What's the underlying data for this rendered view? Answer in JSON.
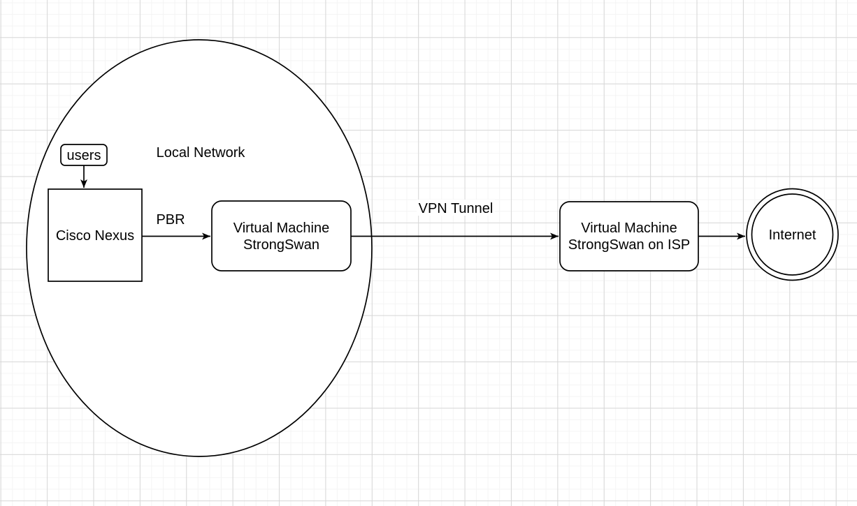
{
  "diagram": {
    "nodes": {
      "local_network": {
        "label": "Local Network",
        "shape": "ellipse"
      },
      "users": {
        "label": "users",
        "shape": "rounded-rectangle"
      },
      "cisco_nexus": {
        "label": "Cisco Nexus",
        "shape": "rectangle"
      },
      "vm_strongswan": {
        "line1": "Virtual Machine",
        "line2": "StrongSwan",
        "shape": "rounded-rectangle"
      },
      "vm_strongswan_isp": {
        "line1": "Virtual Machine",
        "line2": "StrongSwan on ISP",
        "shape": "rounded-rectangle"
      },
      "internet": {
        "label": "Internet",
        "shape": "double-circle"
      }
    },
    "edges": {
      "users_to_cisco": {
        "label": "",
        "from": "users",
        "to": "cisco_nexus"
      },
      "pbr": {
        "label": "PBR",
        "from": "cisco_nexus",
        "to": "vm_strongswan"
      },
      "vpn_tunnel": {
        "label": "VPN Tunnel",
        "from": "vm_strongswan",
        "to": "vm_strongswan_isp"
      },
      "isp_to_internet": {
        "label": "",
        "from": "vm_strongswan_isp",
        "to": "internet"
      }
    },
    "colors": {
      "stroke": "#000000",
      "text": "#000000",
      "background": "#ffffff",
      "grid_minor": "#f4f4f4",
      "grid_major": "#d7d7d7"
    }
  }
}
